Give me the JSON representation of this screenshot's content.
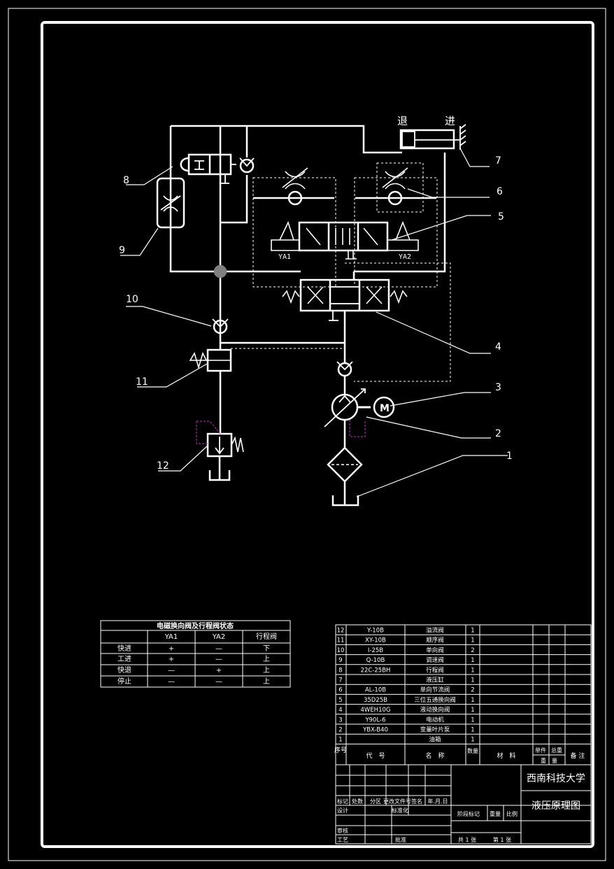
{
  "diagram": {
    "labels": {
      "retreat": "退",
      "advance": "进",
      "YA1": "YA1",
      "YA2": "YA2",
      "motor": "M"
    },
    "callouts": [
      "1",
      "2",
      "3",
      "4",
      "5",
      "6",
      "7",
      "8",
      "9",
      "10",
      "11",
      "12"
    ]
  },
  "state_table": {
    "title": "电磁换向阀及行程阀状态",
    "headers": [
      "",
      "YA1",
      "YA2",
      "行程阀"
    ],
    "rows": [
      [
        "快进",
        "+",
        "—",
        "下"
      ],
      [
        "工进",
        "+",
        "—",
        "上"
      ],
      [
        "快退",
        "—",
        "+",
        "上"
      ],
      [
        "停止",
        "—",
        "—",
        "上"
      ]
    ]
  },
  "parts_list": {
    "rows": [
      [
        "12",
        "Y-10B",
        "溢流阀",
        "1"
      ],
      [
        "11",
        "XY-10B",
        "顺序阀",
        "1"
      ],
      [
        "10",
        "I-25B",
        "单向阀",
        "2"
      ],
      [
        "9",
        "Q-10B",
        "调速阀",
        "1"
      ],
      [
        "8",
        "22C-25BH",
        "行程阀",
        "1"
      ],
      [
        "7",
        "",
        "液压缸",
        "1"
      ],
      [
        "6",
        "AL-10B",
        "单向节流阀",
        "2"
      ],
      [
        "5",
        "35D25B",
        "三位五通换向阀",
        "1"
      ],
      [
        "4",
        "4WEH10G",
        "液动换向阀",
        "1"
      ],
      [
        "3",
        "Y90L-6",
        "电动机",
        "1"
      ],
      [
        "2",
        "YBX-B40",
        "变量叶片泵",
        "1"
      ],
      [
        "1",
        "",
        "油箱",
        "1"
      ]
    ],
    "header": {
      "no": "序号",
      "code": "代　号",
      "name": "名　称",
      "qty": "数量",
      "material": "材　料",
      "single": "单件",
      "total": "总重",
      "weight": "重　量",
      "remark": "备 注"
    }
  },
  "title_block": {
    "school": "西南科技大学",
    "drawing_title": "液压原理图",
    "rev_headers": [
      "标记",
      "处数",
      "分区",
      "更改文件号",
      "签名",
      "年.月.日"
    ],
    "design": "设计",
    "standard": "标准化",
    "stage": "阶段标记",
    "weight": "重量",
    "scale": "比例",
    "review": "审核",
    "process": "工艺",
    "approve": "批准",
    "sheets": "共 1 张",
    "sheet_no": "第 1 张"
  },
  "colors": {
    "line": "#ffffff",
    "background": "#000000",
    "dashed_magenta": "#c030c0",
    "junction": "#808080"
  }
}
